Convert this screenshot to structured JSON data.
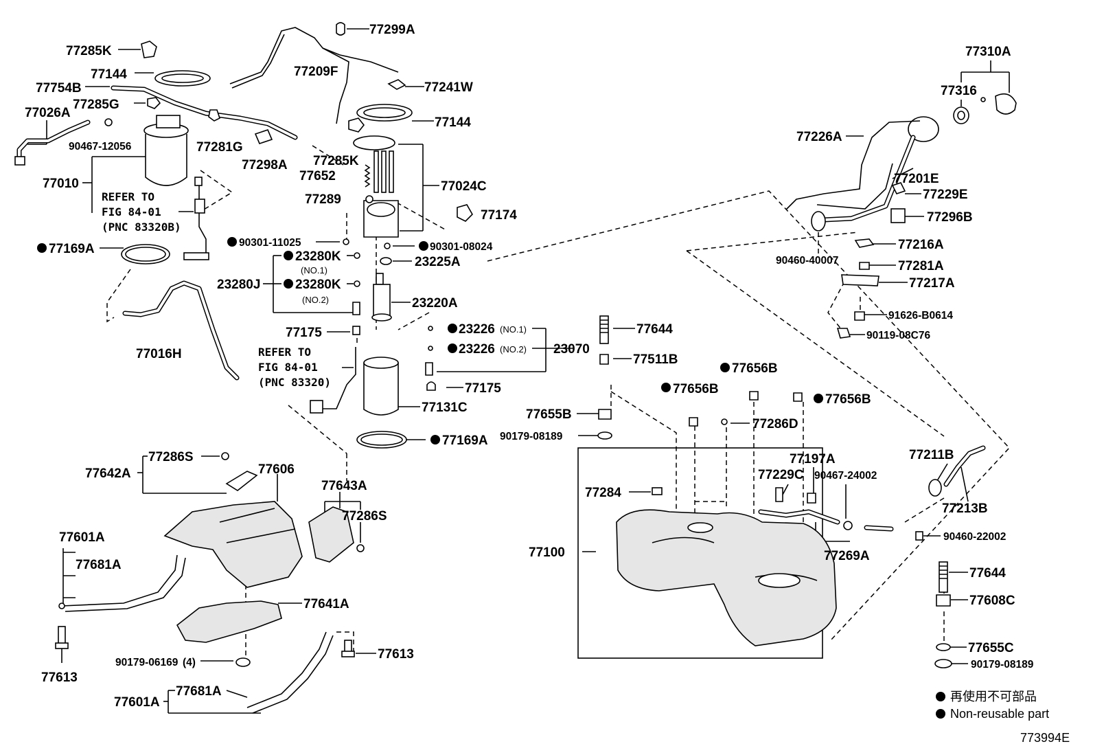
{
  "diagram_id": "773994E",
  "parts": {
    "p77299A": "77299A",
    "p77285K_top": "77285K",
    "p77209F": "77209F",
    "p77144_left": "77144",
    "p77241W": "77241W",
    "p77754B": "77754B",
    "p77285G": "77285G",
    "p77026A": "77026A",
    "p90467_12056": "90467-12056",
    "p77281G": "77281G",
    "p77144_mid": "77144",
    "p77298A": "77298A",
    "p77285K_mid": "77285K",
    "p77652": "77652",
    "p77024C": "77024C",
    "p77010": "77010",
    "p77289": "77289",
    "p77174": "77174",
    "p90301_11025": "90301-11025",
    "p90301_08024": "90301-08024",
    "p77169A_top": "77169A",
    "p23280K_1": "23280K",
    "p23225A": "23225A",
    "p23280J": "23280J",
    "p23280K_2": "23280K",
    "p23220A": "23220A",
    "p77175_top": "77175",
    "p23226_1": "23226",
    "p23226_2": "23226",
    "p23070": "23070",
    "p77016H": "77016H",
    "p77175_bot": "77175",
    "p77131C": "77131C",
    "p77169A_bot": "77169A",
    "p77644_top": "77644",
    "p77511B": "77511B",
    "p77656B_a": "77656B",
    "p77656B_b": "77656B",
    "p77656B_c": "77656B",
    "p77655B": "77655B",
    "p90179_08189_mid": "90179-08189",
    "p77286D": "77286D",
    "p77310A": "77310A",
    "p77316": "77316",
    "p77226A": "77226A",
    "p77201E": "77201E",
    "p77229E": "77229E",
    "p77296B": "77296B",
    "p77216A": "77216A",
    "p90460_40007": "90460-40007",
    "p77281A": "77281A",
    "p77217A": "77217A",
    "p91626_B0614": "91626-B0614",
    "p90119_08C76": "90119-08C76",
    "p77211B": "77211B",
    "p77213B": "77213B",
    "p77197A": "77197A",
    "p77229C": "77229C",
    "p90467_24002": "90467-24002",
    "p77284": "77284",
    "p77100": "77100",
    "p77269A": "77269A",
    "p90460_22002": "90460-22002",
    "p77644_bot": "77644",
    "p77608C": "77608C",
    "p77655C": "77655C",
    "p90179_08189_bot": "90179-08189",
    "p77286S_a": "77286S",
    "p77642A": "77642A",
    "p77606": "77606",
    "p77643A": "77643A",
    "p77286S_b": "77286S",
    "p77601A_top": "77601A",
    "p77681A_top": "77681A",
    "p77641A": "77641A",
    "p77613_left": "77613",
    "p90179_06169": "90179-06169",
    "p90179_06169_qty": "(4)",
    "p77613_right": "77613",
    "p77601A_bot": "77601A",
    "p77681A_bot": "77681A"
  },
  "notes": {
    "no1": "(NO.1)",
    "no2": "(NO.2)",
    "refer1_line1": "REFER TO",
    "refer1_line2": "FIG 84-01",
    "refer1_line3": "(PNC 83320B)",
    "refer2_line1": "REFER TO",
    "refer2_line2": "FIG 84-01",
    "refer2_line3": "(PNC 83320)"
  },
  "legend": {
    "jp": "再使用不可部品",
    "en": "Non-reusable part"
  }
}
